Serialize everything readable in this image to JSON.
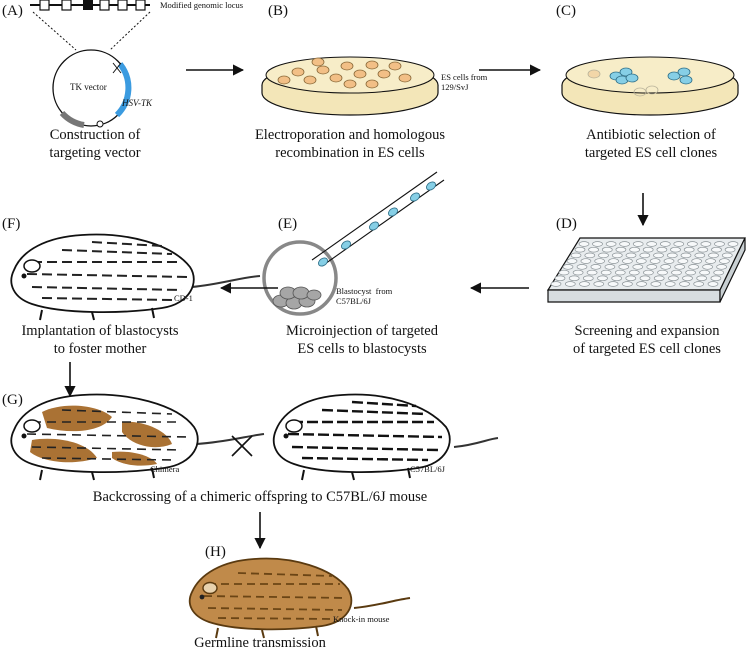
{
  "panels": {
    "A": {
      "letter": "(A)",
      "caption_lines": [
        "Construction of",
        "targeting vector"
      ],
      "locus_label": "Modified genomic locus",
      "vector_label": "TK vector",
      "cassette_label": "HSV-TK"
    },
    "B": {
      "letter": "(B)",
      "caption_lines": [
        "Electroporation and homologous",
        "recombination in ES cells"
      ],
      "source_lines": [
        "ES cells from",
        "129/SvJ"
      ]
    },
    "C": {
      "letter": "(C)",
      "caption_lines": [
        "Antibiotic selection of",
        "targeted ES cell clones"
      ]
    },
    "D": {
      "letter": "(D)",
      "caption_lines": [
        "Screening and expansion",
        "of targeted ES cell clones"
      ]
    },
    "E": {
      "letter": "(E)",
      "caption_lines": [
        "Microinjection of targeted",
        "ES cells to blastocysts"
      ],
      "source_lines": [
        "Blastocyst  from",
        "C57BL/6J"
      ]
    },
    "F": {
      "letter": "(F)",
      "caption_lines": [
        "Implantation of blastocysts",
        "to foster mother"
      ],
      "mouse_label": "CD-1"
    },
    "G": {
      "letter": "(G)",
      "caption": "Backcrossing of a chimeric offspring to C57BL/6J mouse",
      "left_mouse_label": "Chimera",
      "right_mouse_label": "C57BL/6J",
      "cross_symbol": "×"
    },
    "H": {
      "letter": "(H)",
      "caption": "Germline transmission",
      "mouse_label": "Knock-in mouse"
    }
  },
  "colors": {
    "dish_fill": "#f3e6b8",
    "cell_orange": "#f2bf86",
    "cell_blue": "#86cfe6",
    "blastocyst_cell": "#a6a6a6",
    "cassette_blue": "#3b9be0",
    "chimera_brown": "#a66b2a",
    "plate": "#e8ecee"
  }
}
